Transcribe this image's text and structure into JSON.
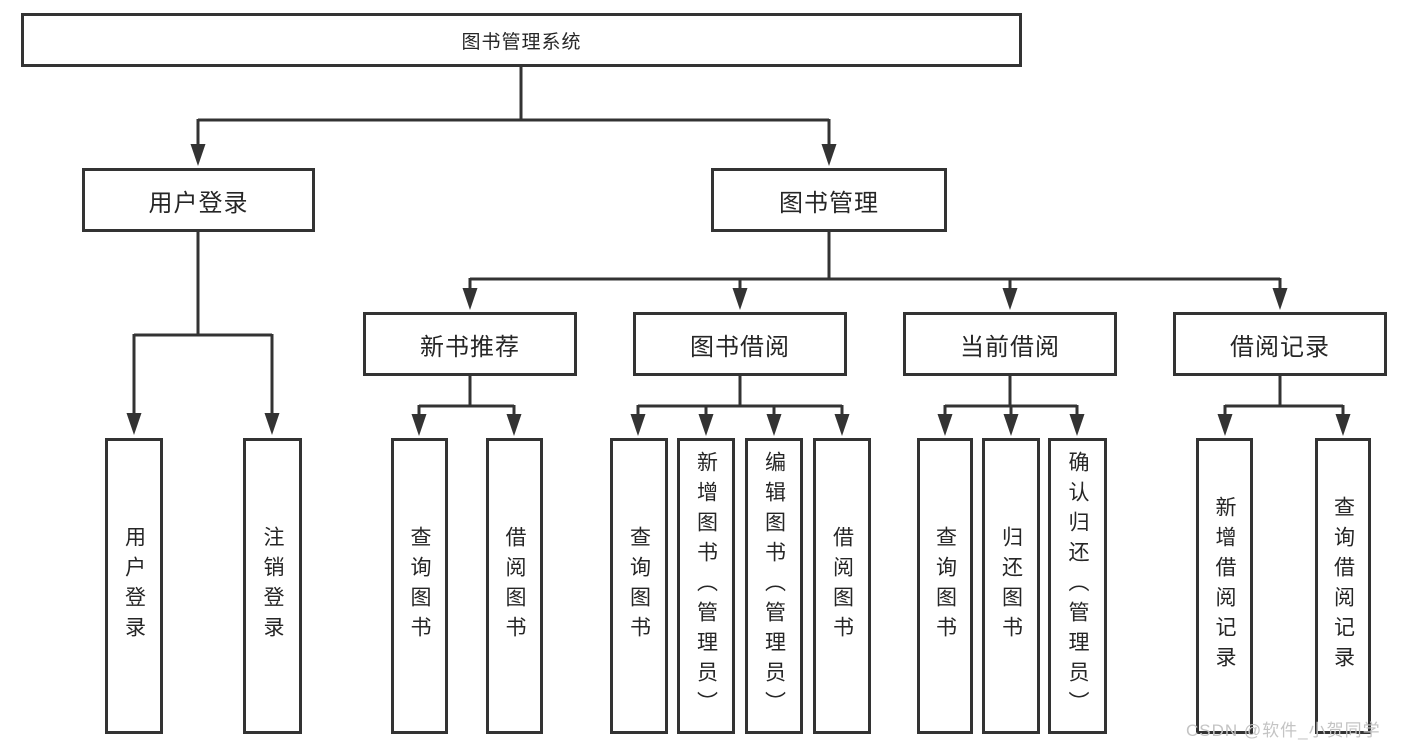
{
  "colors": {
    "line": "#333333",
    "text": "#262626",
    "watermark": "#c4c4c4",
    "background": "#ffffff"
  },
  "watermark": {
    "text": "CSDN @软件_小贺同学"
  },
  "tree": {
    "label": "图书管理系统",
    "children": [
      {
        "label": "用户登录",
        "children": [
          {
            "label": "用户登录"
          },
          {
            "label": "注销登录"
          }
        ]
      },
      {
        "label": "图书管理",
        "children": [
          {
            "label": "新书推荐",
            "children": [
              {
                "label": "查询图书"
              },
              {
                "label": "借阅图书"
              }
            ]
          },
          {
            "label": "图书借阅",
            "children": [
              {
                "label": "查询图书"
              },
              {
                "label": "新增图书（管理员）"
              },
              {
                "label": "编辑图书（管理员）"
              },
              {
                "label": "借阅图书"
              }
            ]
          },
          {
            "label": "当前借阅",
            "children": [
              {
                "label": "查询图书"
              },
              {
                "label": "归还图书"
              },
              {
                "label": "确认归还（管理员）"
              }
            ]
          },
          {
            "label": "借阅记录",
            "children": [
              {
                "label": "新增借阅记录"
              },
              {
                "label": "查询借阅记录"
              }
            ]
          }
        ]
      }
    ]
  }
}
